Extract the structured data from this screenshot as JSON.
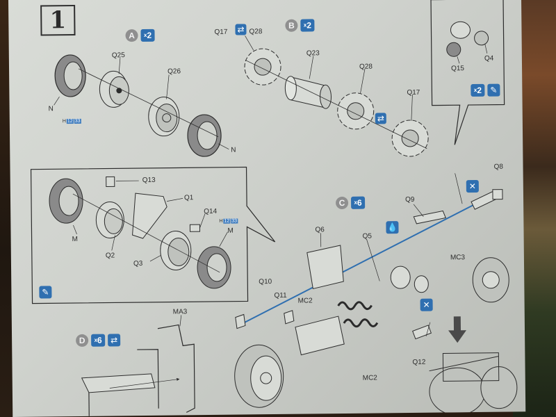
{
  "step": {
    "number": "1"
  },
  "sub_a": {
    "letter": "A",
    "qty": "2"
  },
  "sub_b": {
    "letter": "B",
    "qty": "2"
  },
  "sub_c": {
    "letter": "C",
    "qty": "6"
  },
  "sub_d": {
    "letter": "D",
    "qty": "6"
  },
  "callout_top_right": {
    "qty": "2"
  },
  "parts": {
    "N_left": "N",
    "N_right": "N",
    "Q25": "Q25",
    "Q26": "Q26",
    "Q17_top": "Q17",
    "Q28_top": "Q28",
    "Q23": "Q23",
    "Q28_mid": "Q28",
    "Q17_mid": "Q17",
    "Q15": "Q15",
    "Q4": "Q4",
    "Q13": "Q13",
    "Q1": "Q1",
    "Q14": "Q14",
    "M_left": "M",
    "M_right": "M",
    "Q2": "Q2",
    "Q3": "Q3",
    "Q8": "Q8",
    "Q9": "Q9",
    "Q6": "Q6",
    "Q5": "Q5",
    "MC3": "MC3",
    "Q10": "Q10",
    "Q11": "Q11",
    "MC2_left": "MC2",
    "MC2_bottom": "MC2",
    "Q12": "Q12",
    "MA3": "MA3"
  },
  "paint_codes": {
    "left": {
      "prefix": "H",
      "code1": "12",
      "code2": "33"
    },
    "box": {
      "prefix": "H",
      "code1": "12",
      "code2": "33"
    }
  },
  "icons": {
    "symmetry": "symmetry-icon",
    "cement": "cement-drop-icon",
    "brush": "paint-brush-icon",
    "do_not_glue": "do-not-glue-icon",
    "arrow": "down-arrow-icon"
  },
  "colors": {
    "paper": "#cfd2cd",
    "ink": "#2b2b2b",
    "accent_blue": "#2f6fb0",
    "tire_gray": "#8a8a8a"
  }
}
